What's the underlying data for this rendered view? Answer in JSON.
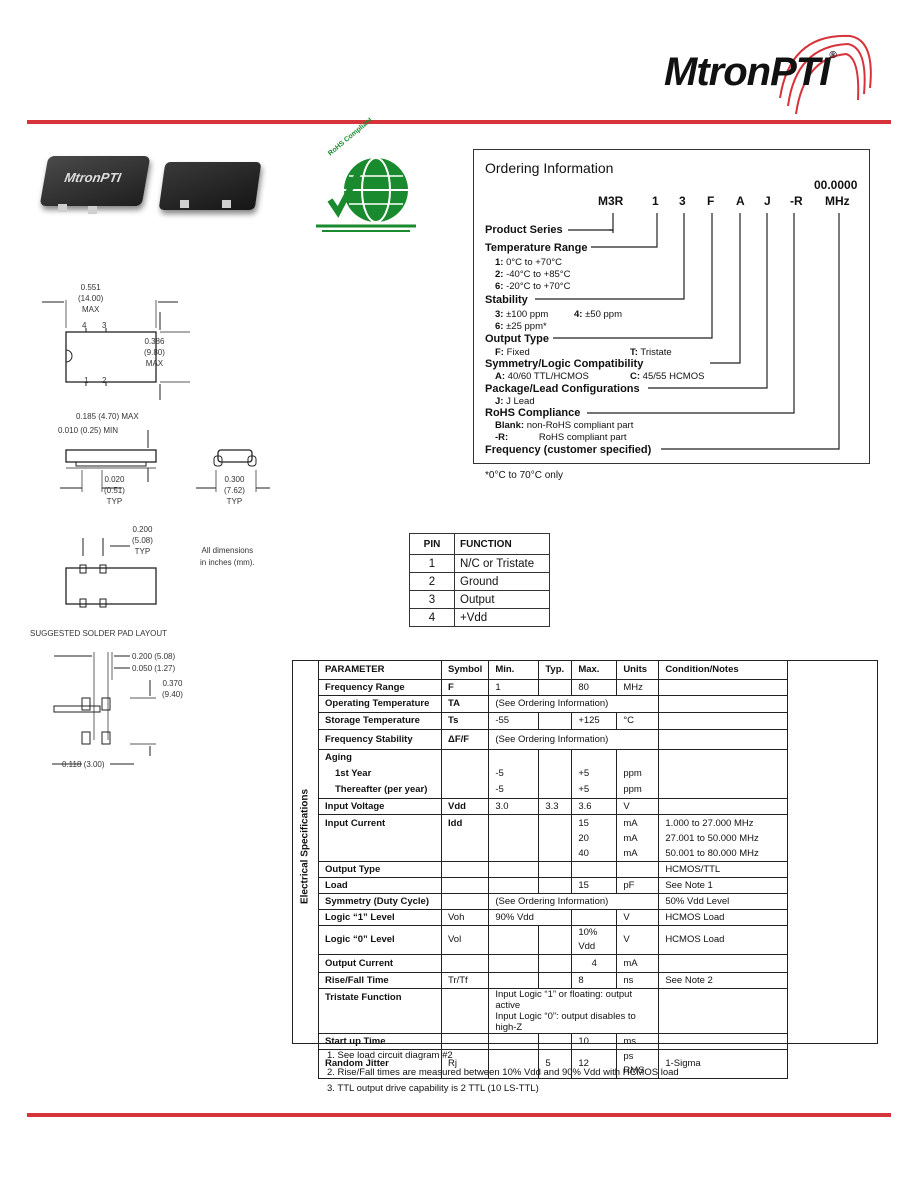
{
  "header": {
    "logo": "MtronPTI",
    "logo_mark": "®",
    "brand_color": "#d6333b"
  },
  "photo": {
    "chip_label": "MtronPTI"
  },
  "rohs_badge": "RoHS Compliant",
  "drawings": {
    "top_width": [
      "0.551",
      "(14.00)",
      "MAX"
    ],
    "top_pins_top": [
      "4",
      "3"
    ],
    "top_pins_bottom": [
      "1",
      "2"
    ],
    "top_height": [
      "0.386",
      "(9.80)",
      "MAX"
    ],
    "side_height": "0.185 (4.70) MAX",
    "side_standoff": "0.010 (0.25) MIN",
    "side_lead": [
      "0.020",
      "(0.51)",
      "TYP"
    ],
    "end_width": [
      "0.300",
      "(7.62)",
      "TYP"
    ],
    "bottom_pitch": [
      "0.200",
      "(5.08)",
      "TYP"
    ],
    "all_dims": [
      "All dimensions",
      "in inches (mm)."
    ],
    "layout_title": "SUGGESTED SOLDER PAD LAYOUT",
    "layout_pitch": "0.200 (5.08)",
    "layout_pad": "0.050 (1.27)",
    "layout_height": [
      "0.370",
      "(9.40)"
    ],
    "layout_width": "0.118 (3.00)"
  },
  "ordering": {
    "title": "Ordering Information",
    "frequency_example": "00.0000",
    "codes": [
      "M3R",
      "1",
      "3",
      "F",
      "A",
      "J",
      "-R",
      "MHz"
    ],
    "product_series": "Product Series",
    "temp_range": "Temperature Range",
    "temp_1_code": "1:",
    "temp_1": "0°C to +70°C",
    "temp_2_code": "2:",
    "temp_2": "-40°C to +85°C",
    "temp_6_code": "6:",
    "temp_6": "-20°C to +70°C",
    "stability": "Stability",
    "stab_3_code": "3:",
    "stab_3": "±100 ppm",
    "stab_4_code": "4:",
    "stab_4": "±50 ppm",
    "stab_6_code": "6:",
    "stab_6": "±25 ppm*",
    "output_type": "Output Type",
    "ot_f_code": "F:",
    "ot_f": "Fixed",
    "ot_t_code": "T:",
    "ot_t": "Tristate",
    "symmetry": "Symmetry/Logic Compatibility",
    "sym_a_code": "A:",
    "sym_a": "40/60 TTL/HCMOS",
    "sym_c_code": "C:",
    "sym_c": "45/55 HCMOS",
    "package": "Package/Lead Configurations",
    "pkg_j_code": "J:",
    "pkg_j": "J Lead",
    "rohs": "RoHS Compliance",
    "rohs_blank_code": "Blank:",
    "rohs_blank": "non-RoHS compliant part",
    "rohs_r_code": "-R:",
    "rohs_r": "RoHS compliant part",
    "frequency": "Frequency (customer specified)",
    "footnote": "*0°C to 70°C only"
  },
  "pins": {
    "headers": [
      "PIN",
      "FUNCTION"
    ],
    "rows": [
      [
        "1",
        "N/C or Tristate"
      ],
      [
        "2",
        "Ground"
      ],
      [
        "3",
        "Output"
      ],
      [
        "4",
        "+Vdd"
      ]
    ]
  },
  "specs": {
    "side_label": "Electrical Specifications",
    "headers": [
      "PARAMETER",
      "Symbol",
      "Min.",
      "Typ.",
      "Max.",
      "Units",
      "Condition/Notes"
    ],
    "freq_range": [
      "Frequency Range",
      "F",
      "1",
      "",
      "80",
      "MHz",
      ""
    ],
    "op_temp": [
      "Operating Temperature",
      "TA",
      "(See Ordering Information)",
      ""
    ],
    "storage_temp": [
      "Storage Temperature",
      "Ts",
      "-55",
      "",
      "+125",
      "°C",
      ""
    ],
    "freq_stab": [
      "Frequency Stability",
      "ΔF/F",
      "(See Ordering Information)",
      ""
    ],
    "aging": "Aging",
    "aging_1st": [
      "1st Year",
      "",
      "-5",
      "",
      "+5",
      "ppm",
      ""
    ],
    "aging_after": [
      "Thereafter (per year)",
      "",
      "-5",
      "",
      "+5",
      "ppm",
      ""
    ],
    "input_voltage": [
      "Input Voltage",
      "Vdd",
      "3.0",
      "3.3",
      "3.6",
      "V",
      ""
    ],
    "input_current": [
      "Input Current",
      "Idd"
    ],
    "ic_max": [
      "15",
      "20",
      "40"
    ],
    "ic_units": [
      "mA",
      "mA",
      "mA"
    ],
    "ic_cond": [
      "1.000 to 27.000 MHz",
      "27.001 to 50.000 MHz",
      "50.001 to 80.000 MHz"
    ],
    "output_type": [
      "Output Type",
      "",
      "",
      "",
      "",
      "",
      "HCMOS/TTL"
    ],
    "load": [
      "Load",
      "",
      "",
      "",
      "15",
      "pF",
      "See Note 1"
    ],
    "symmetry": [
      "Symmetry (Duty Cycle)",
      "",
      "(See Ordering Information)",
      "50% Vdd Level"
    ],
    "logic1": [
      "Logic “1” Level",
      "Voh",
      "90% Vdd",
      "",
      "",
      "V",
      "HCMOS Load"
    ],
    "logic0": [
      "Logic “0” Level",
      "Vol",
      "",
      "",
      "10% Vdd",
      "V",
      "HCMOS Load"
    ],
    "output_current": [
      "Output Current",
      "",
      "",
      "",
      "4",
      "mA",
      ""
    ],
    "rise_fall": [
      "Rise/Fall Time",
      "Tr/Tf",
      "",
      "",
      "8",
      "ns",
      "See Note 2"
    ],
    "tristate": [
      "Tristate Function",
      "",
      "Input Logic “1” or floating: output active",
      "Input Logic “0”: output disables to high-Z"
    ],
    "startup": [
      "Start up Time",
      "",
      "",
      "",
      "10",
      "ms",
      ""
    ],
    "jitter": [
      "Random Jitter",
      "Rj",
      "",
      "5",
      "12",
      "ps RMS",
      "1-Sigma"
    ]
  },
  "notes": [
    "1. See load circuit diagram #2",
    "2. Rise/Fall times are measured between 10% Vdd and 90% Vdd with HCMOS load",
    "3. TTL output drive capability is 2 TTL (10 LS-TTL)"
  ]
}
